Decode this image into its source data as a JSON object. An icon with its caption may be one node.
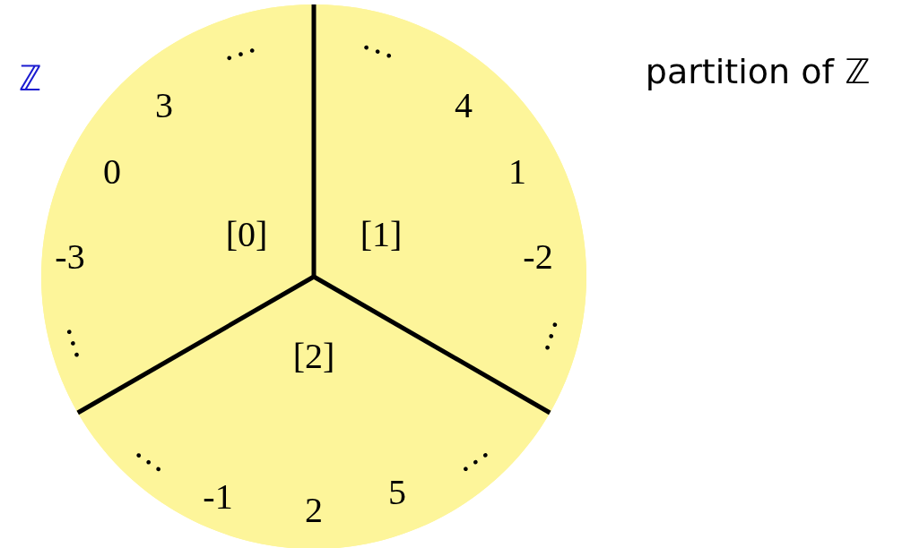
{
  "diagram": {
    "nodes": [
      {
        "text": [
          "ℤ"
        ]
      },
      {
        "text": [
          "[0]",
          "…",
          "3",
          "0",
          "-3",
          "…"
        ],
        "in": 0
      },
      {
        "text": [
          "[1]",
          "…",
          "4",
          "1",
          "-2",
          "…"
        ],
        "in": 0
      },
      {
        "text": [
          "[2]",
          "…",
          "-1",
          "2",
          "5",
          "…"
        ],
        "in": 0
      }
    ],
    "labels": [
      "partition of ℤ"
    ]
  }
}
